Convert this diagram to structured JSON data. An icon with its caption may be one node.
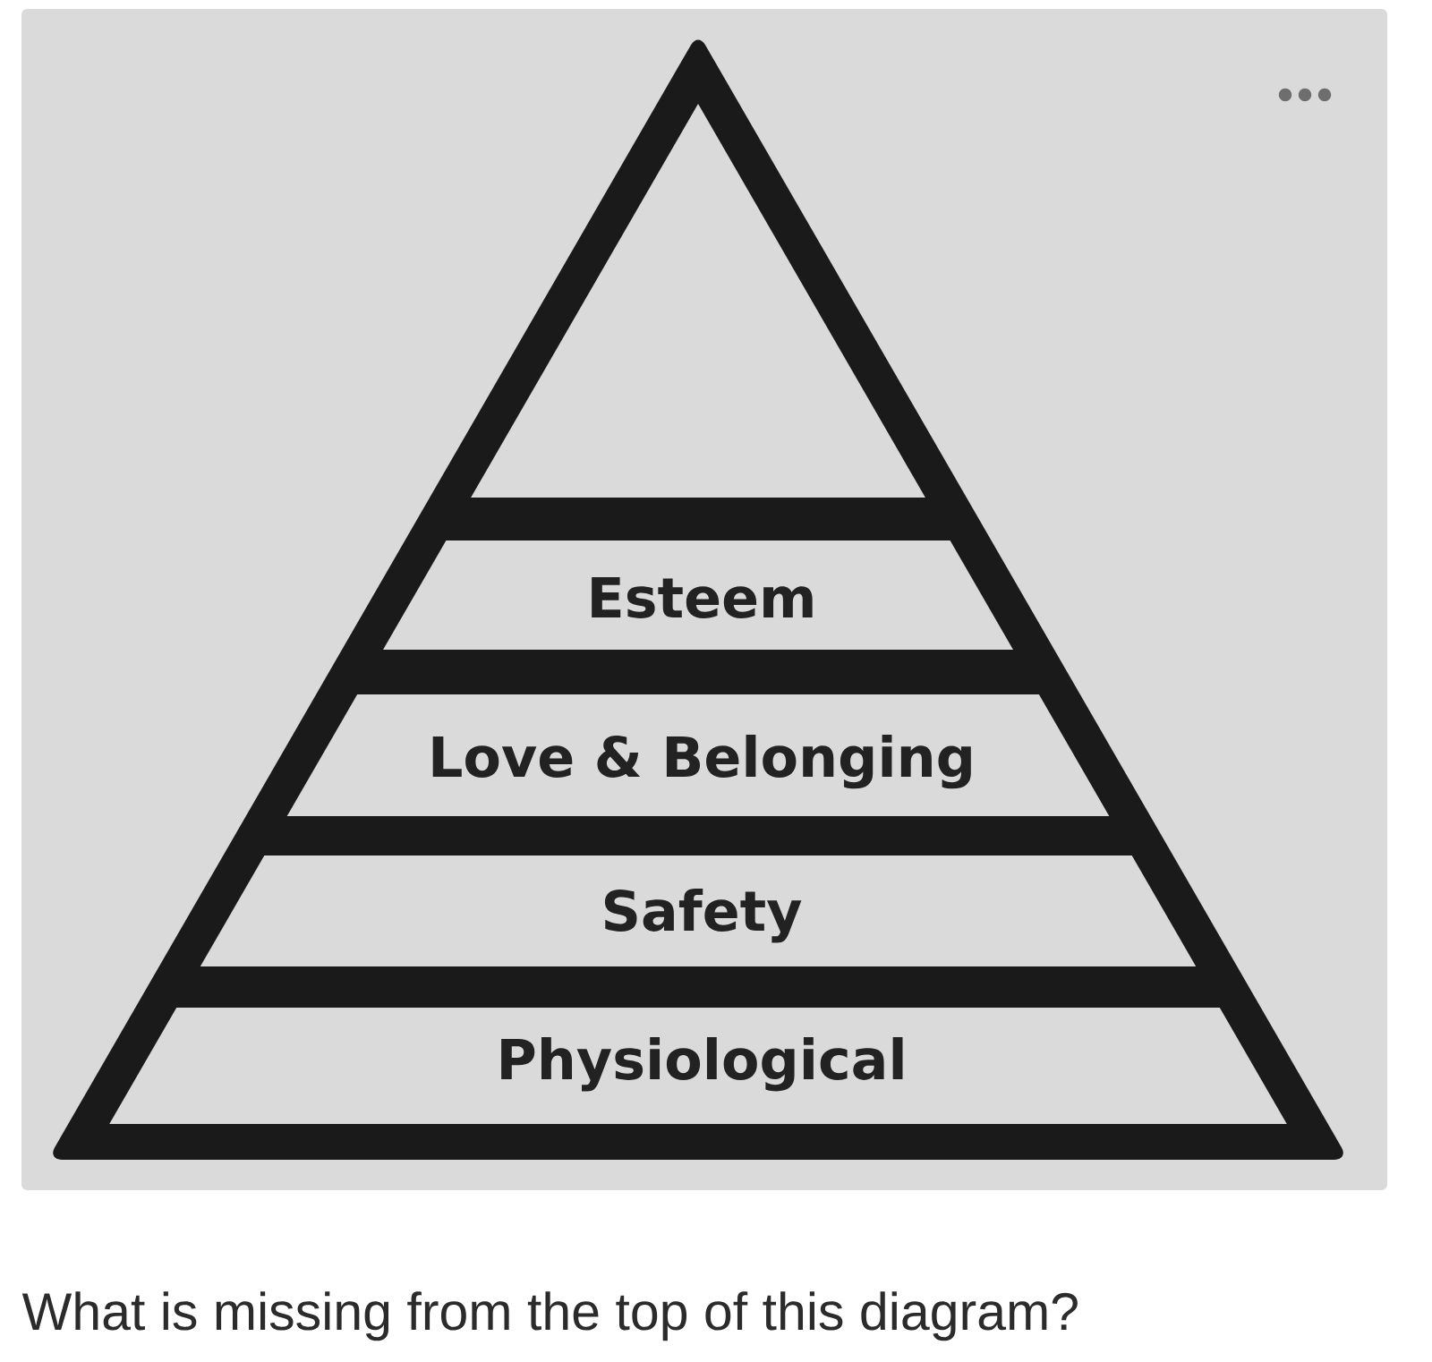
{
  "diagram": {
    "caption": "What is missing from the top of this diagram?",
    "nodes": [
      {
        "text": [],
        "shape": "triangle"
      },
      {
        "text": [
          "Esteem"
        ]
      },
      {
        "text": [
          "Love & Belonging"
        ]
      },
      {
        "text": [
          "Safety"
        ]
      },
      {
        "text": [
          "Physiological"
        ]
      }
    ]
  }
}
